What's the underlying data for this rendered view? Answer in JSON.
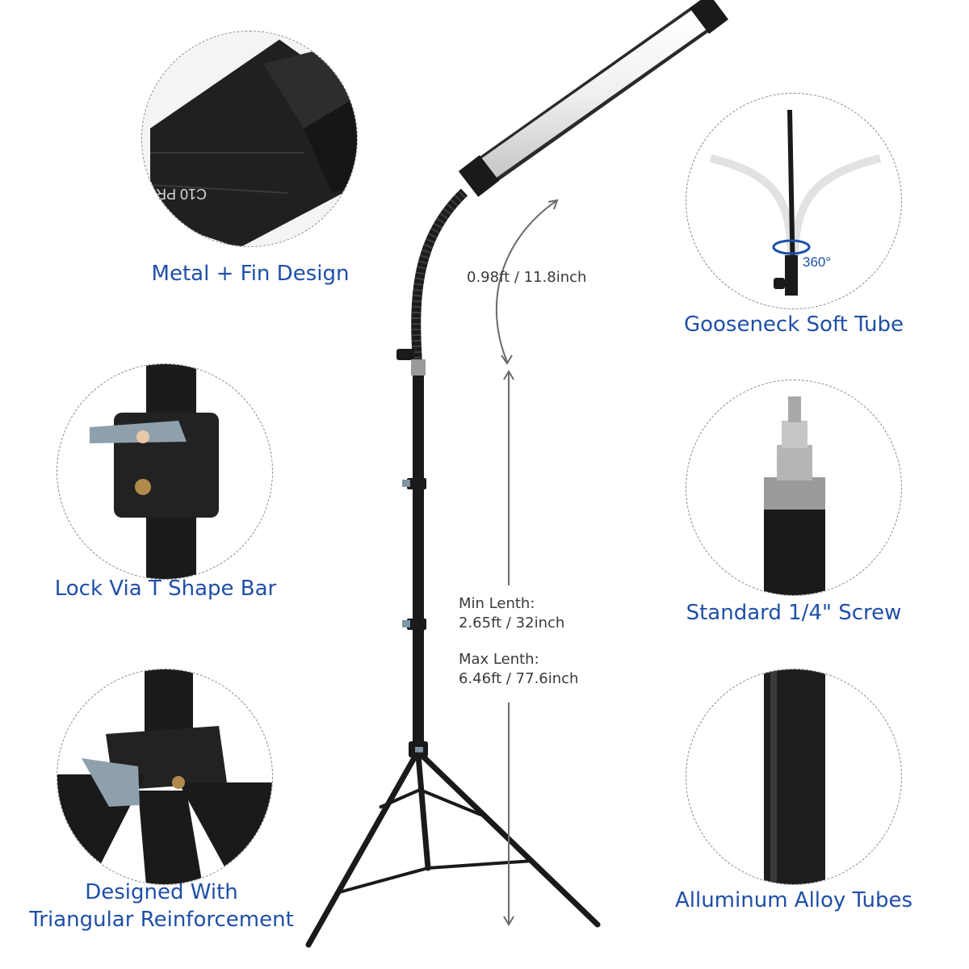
{
  "features": {
    "metal_fin": {
      "caption": "Metal + Fin Design",
      "engraving": "C10 PR"
    },
    "gooseneck": {
      "caption": "Gooseneck Soft Tube",
      "rotation_label": "360°"
    },
    "lock": {
      "caption": "Lock Via T Shape Bar"
    },
    "screw": {
      "caption": "Standard 1/4\" Screw"
    },
    "triangle": {
      "caption_line1": "Designed With",
      "caption_line2": "Triangular Reinforcement"
    },
    "aluminum": {
      "caption": "Alluminum Alloy Tubes"
    }
  },
  "dimensions": {
    "gooseneck_length": "0.98ft / 11.8inch",
    "min_label": "Min Lenth:",
    "min_value": "2.65ft / 32inch",
    "max_label": "Max Lenth:",
    "max_value": "6.46ft / 77.6inch"
  },
  "colors": {
    "caption_blue": "#1f4fa8",
    "stand_black": "#1a1a1a",
    "knob_grey": "#8fa0ad"
  }
}
